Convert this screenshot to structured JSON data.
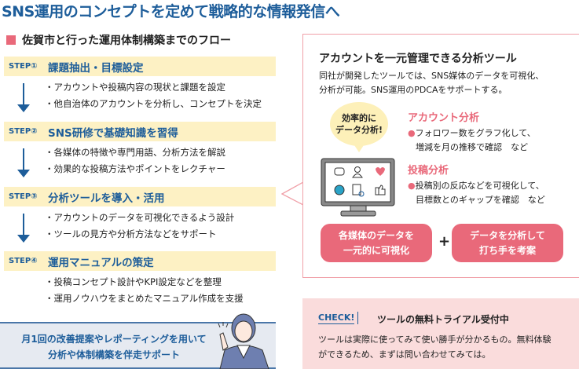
{
  "title": "SNS運用のコンセプトを定めて戦略的な情報発信へ",
  "flow": {
    "heading": "佐賀市と行った運用体制構築までのフロー",
    "steps": [
      {
        "no": "STEP①",
        "title": "課題抽出・目標設定",
        "items": [
          "・アカウントや投稿内容の現状と課題を設定",
          "・他自治体のアカウントを分析し、コンセプトを決定"
        ]
      },
      {
        "no": "STEP②",
        "title": "SNS研修で基礎知識を習得",
        "items": [
          "・各媒体の特徴や専門用語、分析方法を解説",
          "・効果的な投稿方法やポイントをレクチャー"
        ]
      },
      {
        "no": "STEP③",
        "title": "分析ツールを導入・活用",
        "items": [
          "・アカウントのデータを可視化できるよう設計",
          "・ツールの見方や分析方法などをサポート"
        ]
      },
      {
        "no": "STEP④",
        "title": "運用マニュアルの策定",
        "items": [
          "・投稿コンセプト設計やKPI設定などを整理",
          "・運用ノウハウをまとめたマニュアル作成を支援"
        ]
      }
    ],
    "support": [
      "月1回の改善提案やレポーティングを用いて",
      "分析や体制構築を伴走サポート"
    ]
  },
  "tool": {
    "title": "アカウントを一元管理できる分析ツール",
    "desc": [
      "同社が開発したツールでは、SNS媒体のデータを可視化、",
      "分析が可能。SNS運用のPDCAをサポートする。"
    ],
    "bubble": [
      "効率的に",
      "データ分析!"
    ],
    "features": [
      {
        "title": "アカウント分析",
        "lines": [
          "フォロワー数をグラフ化して、",
          "増減を月の推移で確認　など"
        ]
      },
      {
        "title": "投稿分析",
        "lines": [
          "投稿別の反応などを可視化して、",
          "目標数とのギャップを確認　など"
        ]
      }
    ],
    "buttons": [
      [
        "各媒体のデータを",
        "一元的に可視化"
      ],
      [
        "データを分析して",
        "打ち手を考案"
      ]
    ],
    "plus": "+"
  },
  "check": {
    "badge": "CHECK!",
    "title": "ツールの無料トライアル受付中",
    "desc": [
      "ツールは実際に使ってみて使い勝手が分かるもの。無料体験",
      "ができるため、まずは問い合わせてみては。"
    ]
  },
  "colors": {
    "blue": "#1d5d9a",
    "pink": "#e9697a",
    "yellow": "#fdf1c4"
  }
}
